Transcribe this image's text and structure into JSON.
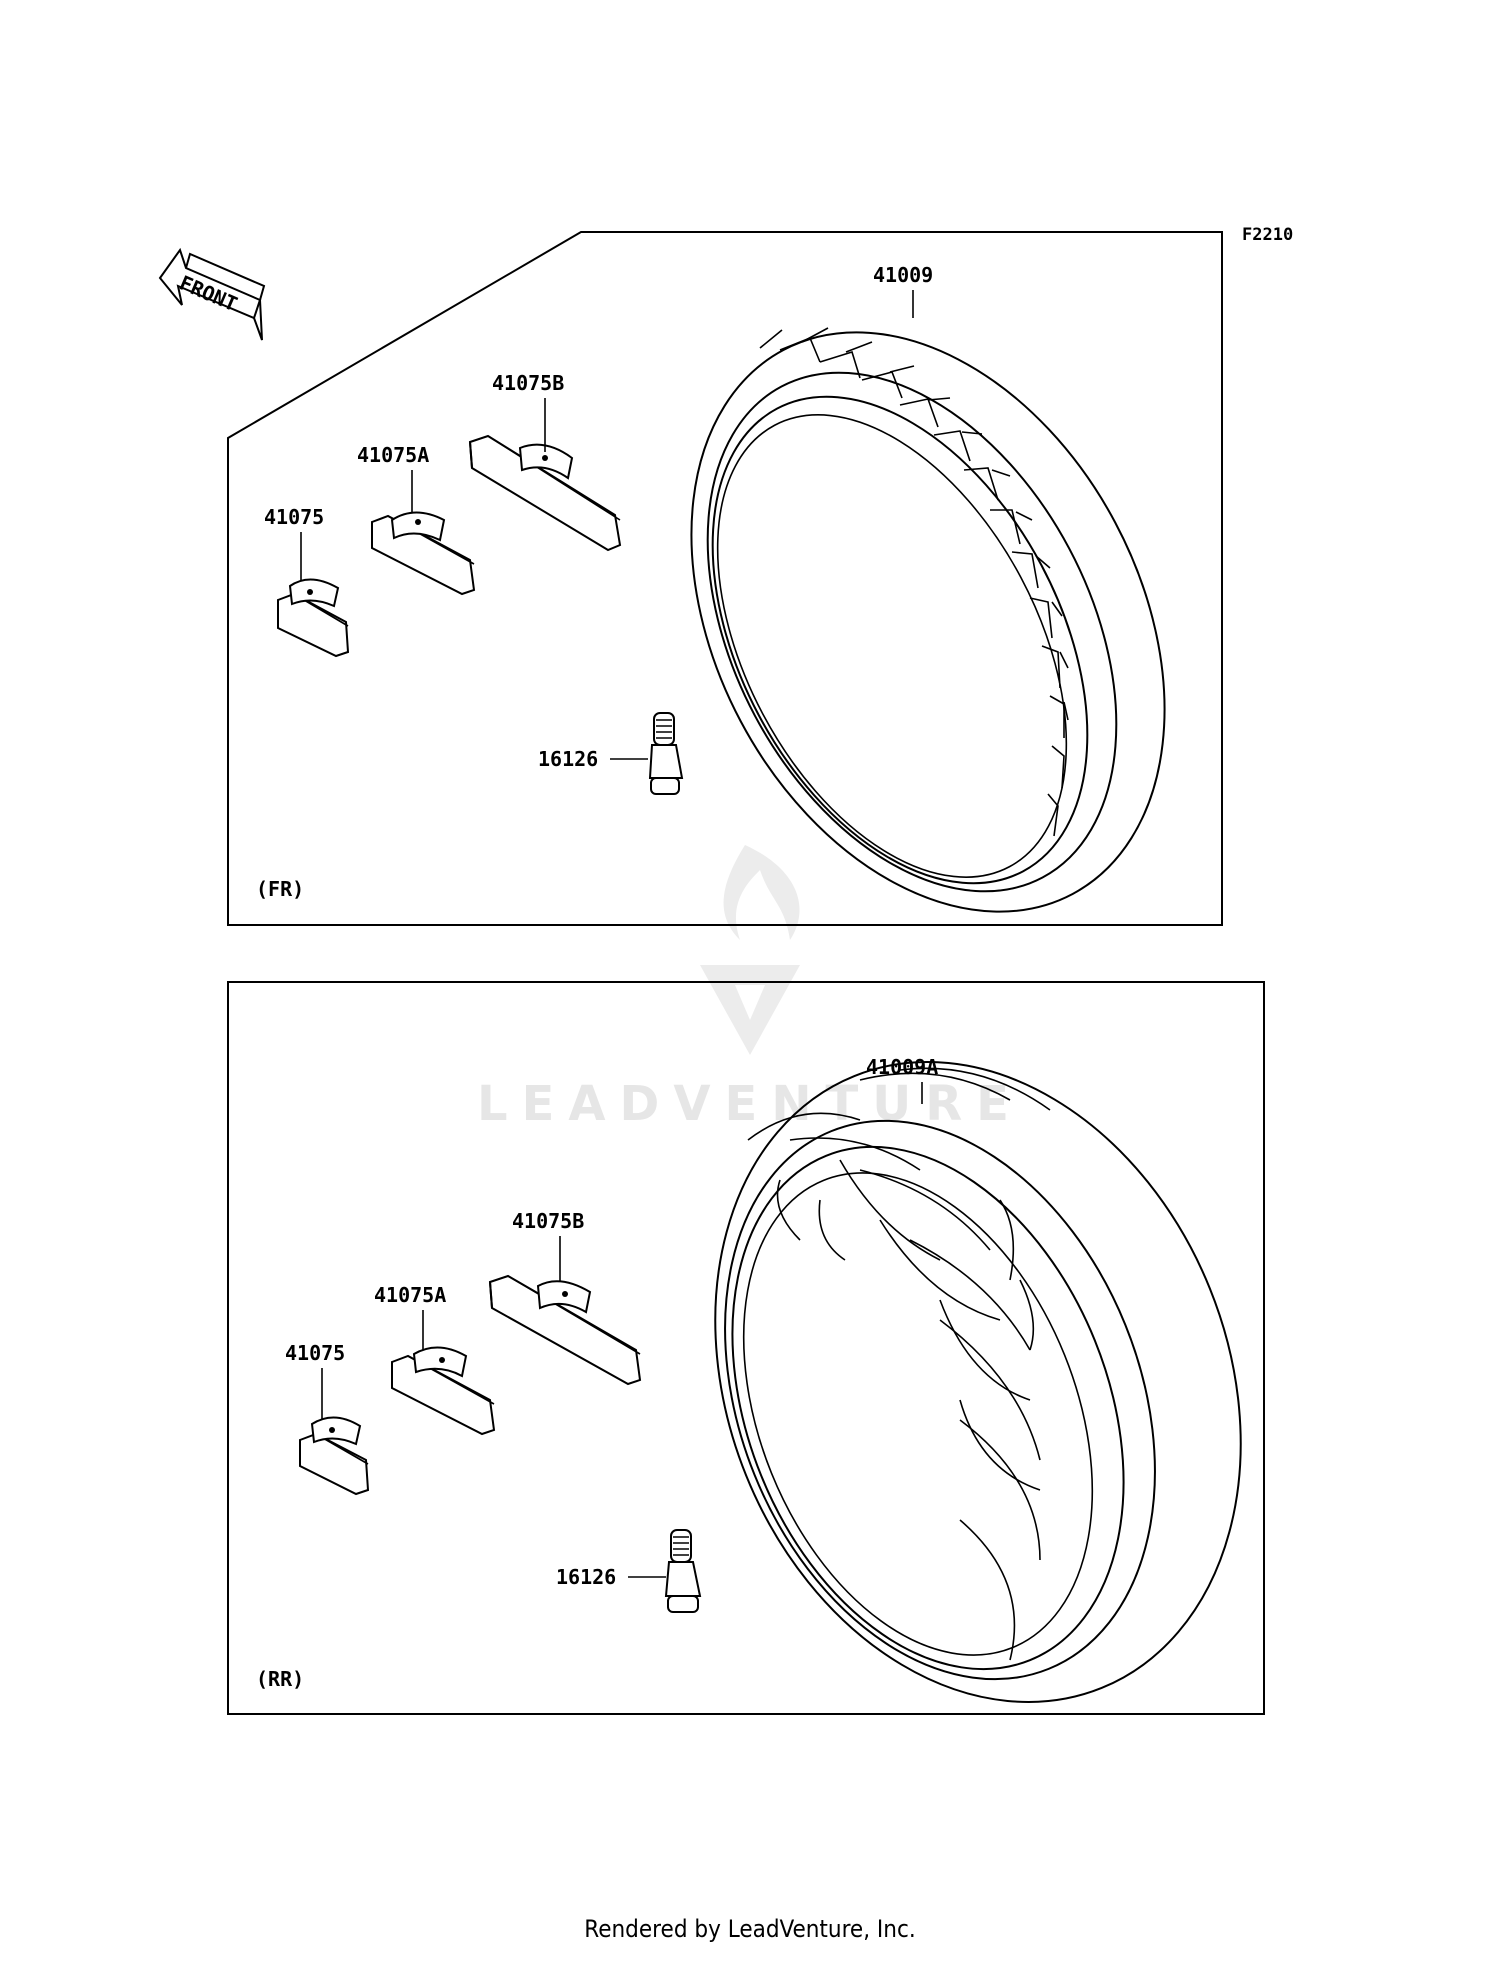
{
  "ref_code": "F2210",
  "front_arrow": {
    "text": "FRONT"
  },
  "watermark": {
    "text": "LEADVENTURE",
    "icon": "flame-logo-icon"
  },
  "sections": [
    {
      "id": "front",
      "label": "(FR)",
      "parts": {
        "tire": "41009",
        "weight_large": "41075B",
        "weight_medium": "41075A",
        "weight_small": "41075",
        "valve": "16126"
      }
    },
    {
      "id": "rear",
      "label": "(RR)",
      "parts": {
        "tire": "41009A",
        "weight_large": "41075B",
        "weight_medium": "41075A",
        "weight_small": "41075",
        "valve": "16126"
      }
    }
  ],
  "footer": "Rendered by LeadVenture, Inc."
}
